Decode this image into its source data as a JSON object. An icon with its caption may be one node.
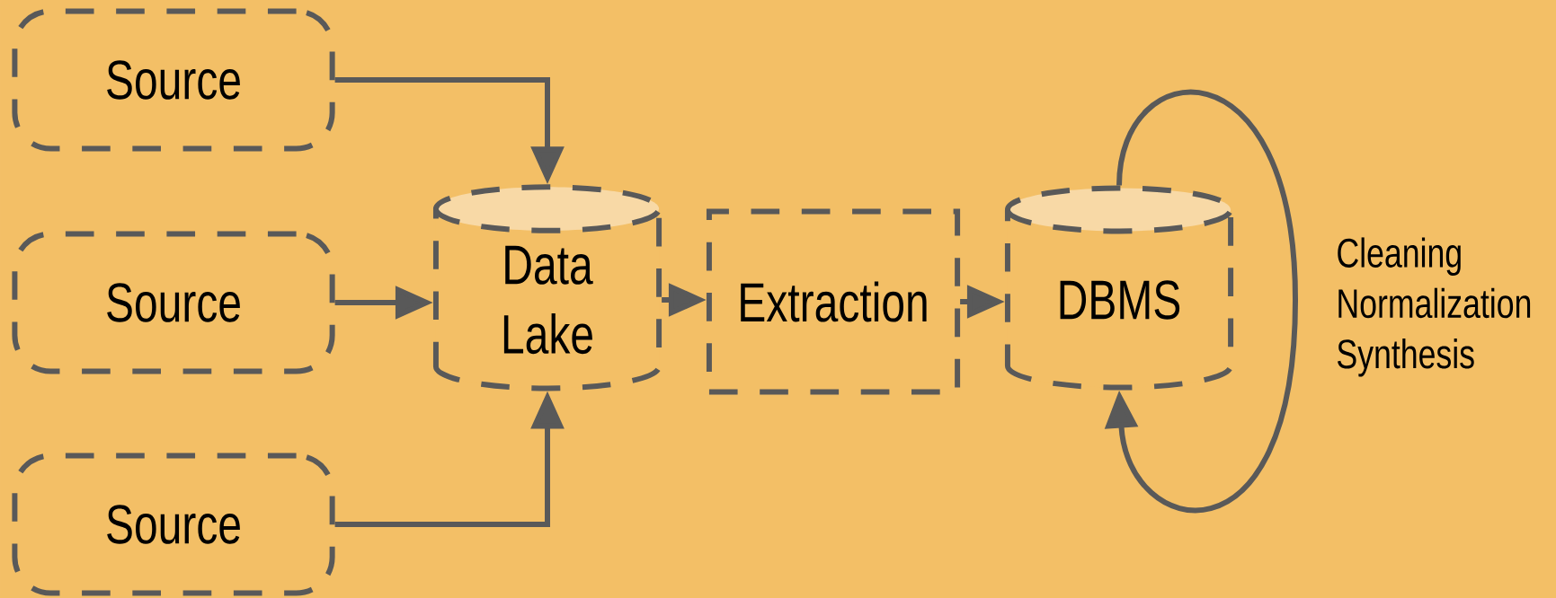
{
  "diagram": {
    "nodes": [
      {
        "text": [
          "Source"
        ]
      },
      {
        "text": [
          "Source"
        ]
      },
      {
        "text": [
          "Source"
        ]
      },
      {
        "text": [
          "Data Lake"
        ]
      },
      {
        "text": [
          "Extraction"
        ]
      },
      {
        "text": [
          "DBMS"
        ]
      }
    ],
    "edges": [
      {
        "from": 0,
        "to": 3,
        "arrow": "to"
      },
      {
        "from": 1,
        "to": 3,
        "arrow": "to"
      },
      {
        "from": 2,
        "to": 3,
        "arrow": "to"
      },
      {
        "from": 3,
        "to": 4,
        "arrow": "to"
      },
      {
        "from": 4,
        "to": 5,
        "arrow": "to"
      },
      {
        "from": 5,
        "to": 5,
        "arrow": "to",
        "label": "Cleaning Normalization Synthesis"
      }
    ]
  }
}
